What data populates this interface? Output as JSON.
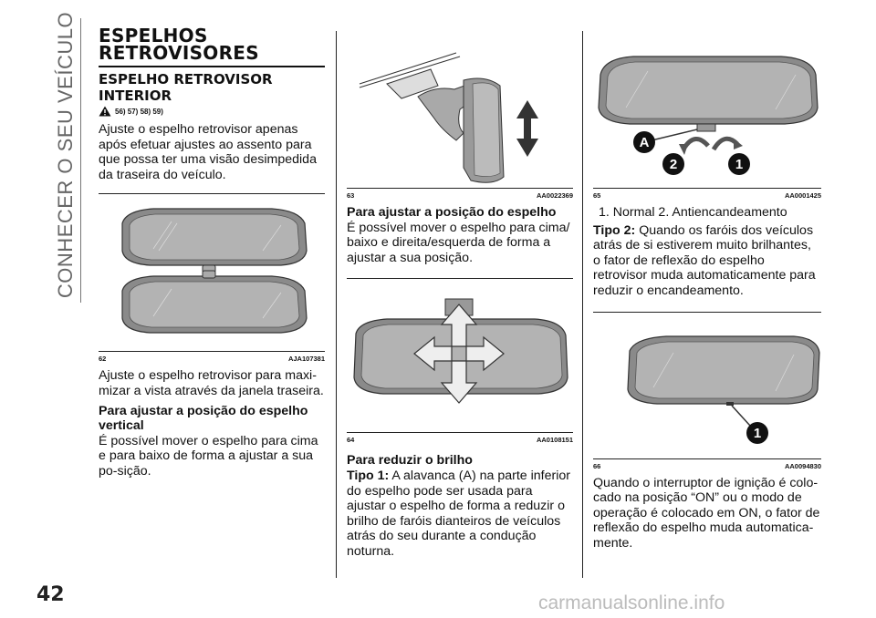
{
  "sidebar": {
    "title": "CONHECER O SEU VEÍCULO"
  },
  "page": {
    "number": "42"
  },
  "watermark": "carmanualsonline.info",
  "col1": {
    "title_line1": "ESPELHOS",
    "title_line2": "RETROVISORES",
    "subtitle_line1": "ESPELHO RETROVISOR",
    "subtitle_line2": "INTERIOR",
    "warning_refs": "56) 57) 58) 59)",
    "para1": "Ajuste o espelho retrovisor apenas após efetuar ajustes ao assento para que possa ter uma visão desimpedida da traseira do veículo.",
    "fig_num": "62",
    "fig_code": "AJA107381",
    "para2": "Ajuste o espelho retrovisor para maxi-mizar a vista através da janela traseira.",
    "heading": "Para ajustar a posição do espelho vertical",
    "para3": "É possível mover o espelho para cima e para baixo de forma a ajustar a sua po-sição."
  },
  "col2": {
    "fig1_num": "63",
    "fig1_code": "AA0022369",
    "heading1": "Para ajustar a posição do espelho",
    "para1": "É possível mover o espelho para cima/ baixo e direita/esquerda de forma a ajustar a sua posição.",
    "fig2_num": "64",
    "fig2_code": "AA0108151",
    "heading2": "Para reduzir o brilho",
    "tipo_label": "Tipo 1:",
    "tipo_text": " A alavanca (A) na parte inferior do espelho pode ser usada para ajustar o espelho de forma a reduzir o brilho de faróis dianteiros de veículos atrás do seu durante a condução noturna."
  },
  "col3": {
    "fig1_num": "65",
    "fig1_code": "AA0001425",
    "fig1_labels": {
      "a": "A",
      "two": "2",
      "one": "1"
    },
    "list_text": "1. Normal  2. Antiencandeamento",
    "tipo_label": "Tipo 2:",
    "tipo_text": " Quando os faróis dos veículos atrás de si estiverem muito brilhantes, o fator de reflexão do espelho retrovisor muda automaticamente para reduzir o encandeamento.",
    "fig2_num": "66",
    "fig2_code": "AA0094830",
    "fig2_label": "1",
    "para": "Quando o interruptor de ignição é colo-cado na posição “ON” ou o modo de operação é colocado em ON, o fator de reflexão do espelho muda automatica-mente."
  }
}
